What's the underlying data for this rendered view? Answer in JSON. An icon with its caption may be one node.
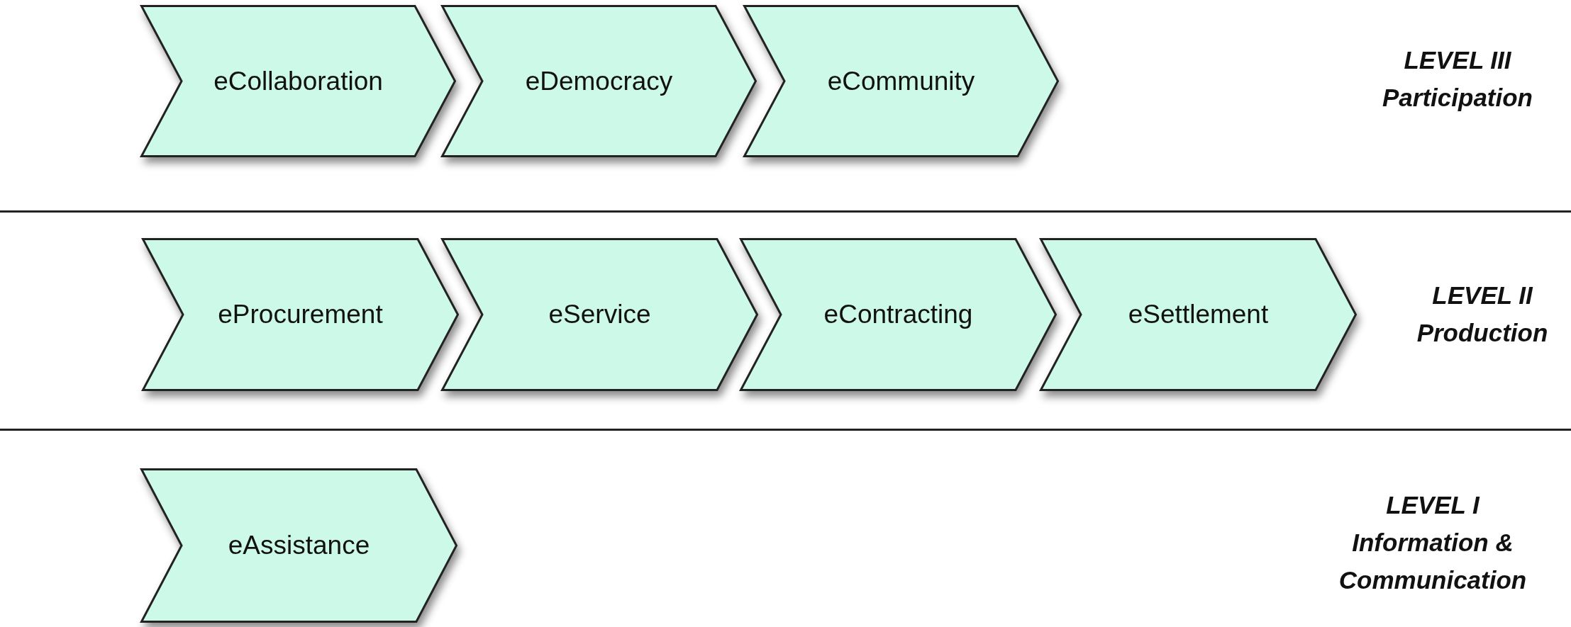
{
  "diagram": {
    "nodes": [
      {
        "text": [
          "eCollaboration"
        ]
      },
      {
        "text": [
          "eDemocracy"
        ]
      },
      {
        "text": [
          "eCommunity"
        ]
      },
      {
        "text": [
          "eProcurement"
        ]
      },
      {
        "text": [
          "eService"
        ]
      },
      {
        "text": [
          "eContracting"
        ]
      },
      {
        "text": [
          "eSettlement"
        ]
      },
      {
        "text": [
          "eAssistance"
        ]
      }
    ],
    "labels": [
      "LEVEL III",
      "Participation",
      "LEVEL II",
      "Production",
      "LEVEL I",
      "Information & Communication"
    ]
  }
}
